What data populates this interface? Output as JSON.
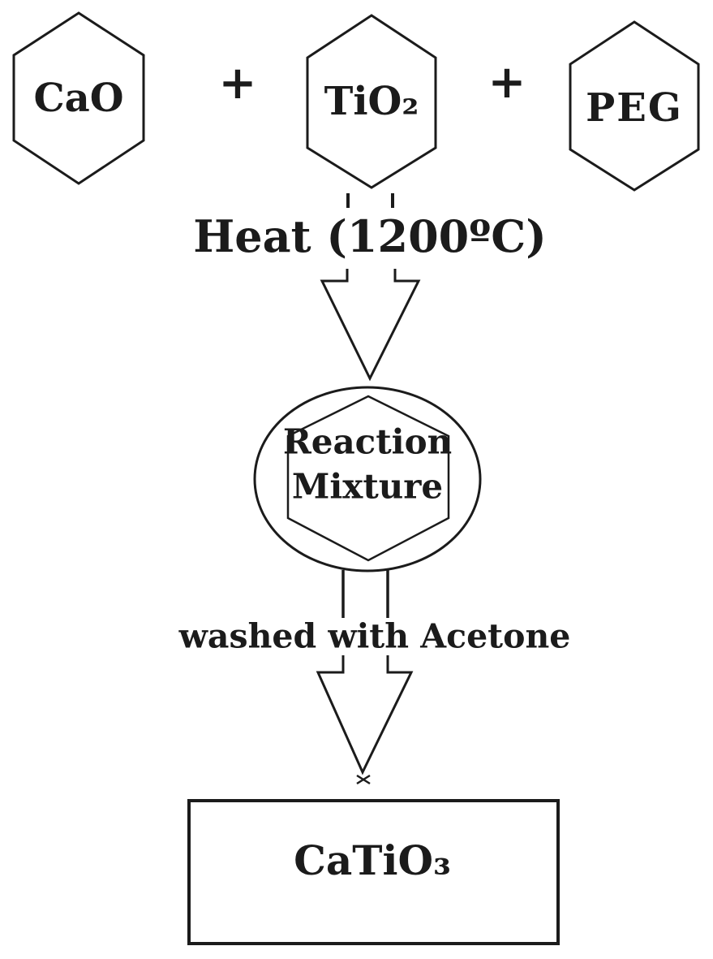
{
  "flowchart": {
    "reactants": [
      {
        "label": "CaO"
      },
      {
        "label": "TiO₂"
      },
      {
        "label": "PEG"
      }
    ],
    "plus_signs": [
      "+",
      "+"
    ],
    "step1": {
      "label": "Heat (1200ºC)"
    },
    "intermediate": {
      "line1": "Reaction",
      "line2": "Mixture"
    },
    "step2": {
      "label": "washed with Acetone"
    },
    "product": {
      "label": "CaTiO₃"
    },
    "colors": {
      "ink": "#1b1b1b",
      "background": "#ffffff"
    }
  }
}
